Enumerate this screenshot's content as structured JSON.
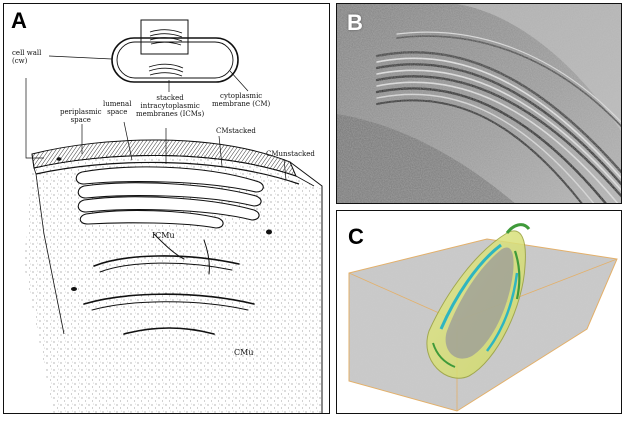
{
  "panels": {
    "a": {
      "letter": "A",
      "labels": {
        "cell_wall_1": "cell wall",
        "cell_wall_2": "(cw)",
        "periplasmic_1": "periplasmic",
        "periplasmic_2": "space",
        "lumenal_1": "lumenal",
        "lumenal_2": "space",
        "stacked_1": "stacked",
        "stacked_2": "intracytoplasmic",
        "stacked_3": "membranes (ICMs)",
        "cytoplasmic_1": "cytoplasmic",
        "cytoplasmic_2": "membrane (CM)",
        "cm_stacked": "CMstacked",
        "cm_unstacked": "CMunstacked",
        "icm_u": "ICMu",
        "cm_u": "CMu"
      }
    },
    "b": {
      "letter": "B"
    },
    "c": {
      "letter": "C"
    }
  }
}
